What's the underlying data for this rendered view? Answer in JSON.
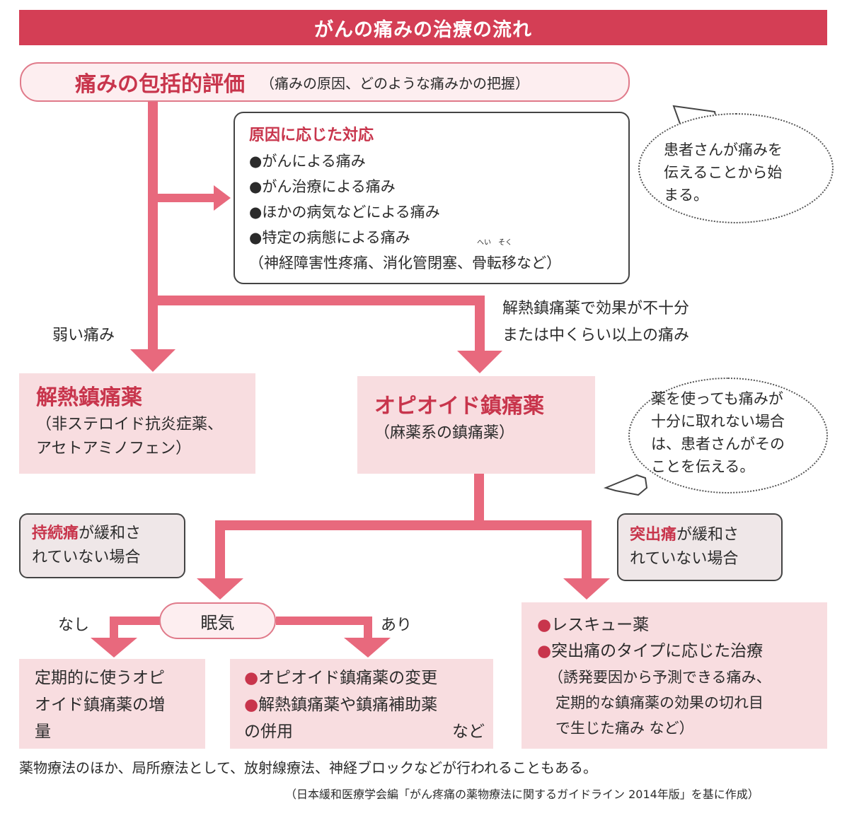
{
  "title": "がんの痛みの治療の流れ",
  "assessment": {
    "main": "痛みの包括的評価",
    "sub": "（痛みの原因、どのような痛みかの把握）"
  },
  "cause": {
    "heading": "原因に応じた対応",
    "items": [
      "●がんによる痛み",
      "●がん治療による痛み",
      "●ほかの病気などによる痛み",
      "●特定の病態による痛み"
    ],
    "note": "（神経障害性疼痛、消化管閉塞、骨転移など）",
    "ruby": "へい　そく"
  },
  "bubble_top": [
    "患者さんが痛みを",
    "伝えることから始",
    "まる。"
  ],
  "bubble_mid": [
    "薬を使っても痛みが",
    "十分に取れない場合",
    "は、患者さんがその",
    "ことを伝える。"
  ],
  "label_weak": "弱い痛み",
  "label_strong": [
    "解熱鎮痛薬で効果が不十分",
    "または中くらい以上の痛み"
  ],
  "nsaid": {
    "heading": "解熱鎮痛薬",
    "lines": [
      "（非ステロイド抗炎症薬、",
      "アセトアミノフェン）"
    ]
  },
  "opioid": {
    "heading": "オピオイド鎮痛薬",
    "sub": "（麻薬系の鎮痛薬）"
  },
  "persistent": {
    "em": "持続痛",
    "rest": "が緩和さ",
    "line2": "れていない場合"
  },
  "breakthrough": {
    "em": "突出痛",
    "rest": "が緩和さ",
    "line2": "れていない場合"
  },
  "drowsiness": "眠気",
  "label_no": "なし",
  "label_yes": "あり",
  "box_regular": [
    "定期的に使うオピ",
    "オイド鎮痛薬の増",
    "量"
  ],
  "box_change": {
    "bullets": [
      "オピオイド鎮痛薬の変更",
      "解熱鎮痛薬や鎮痛補助薬"
    ],
    "line3": "の併用",
    "etc": "など"
  },
  "box_rescue": {
    "bullets": [
      "レスキュー薬",
      "突出痛のタイプに応じた治療"
    ],
    "lines": [
      "（誘発要因から予測できる痛み、",
      "定期的な鎮痛薬の効果の切れ目",
      "で生じた痛み など）"
    ]
  },
  "footer": "薬物療法のほか、局所療法として、放射線療法、神経ブロックなどが行われることもある。",
  "source": "（日本緩和医療学会編「がん疼痛の薬物療法に関するガイドライン 2014年版」を基に作成）",
  "colors": {
    "accent": "#d43e55",
    "arrow": "#e8697d",
    "box": "#f8dde0"
  }
}
